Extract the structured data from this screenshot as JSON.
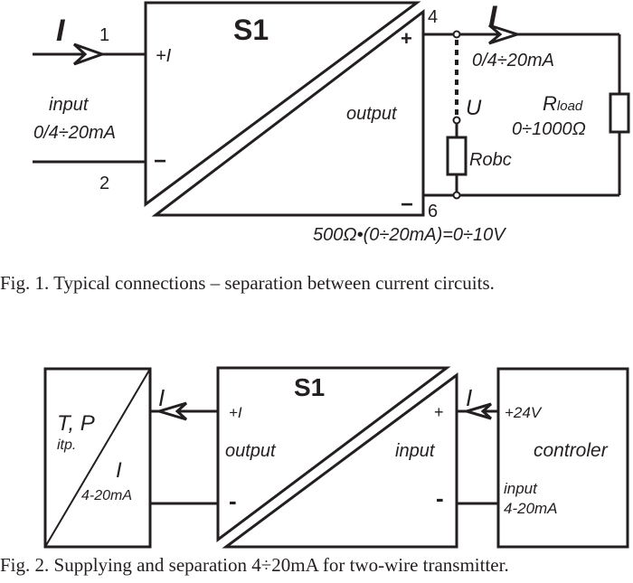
{
  "fig1": {
    "block_name": "S1",
    "current_symbol": "I",
    "terminal_1": "1",
    "terminal_2": "2",
    "terminal_4": "4",
    "terminal_6": "6",
    "input_plus": "+I",
    "input_minus": "−",
    "input_label": "input",
    "input_range": "0/4÷20mA",
    "output_plus": "+",
    "output_minus": "−",
    "output_label": "output",
    "output_range": "0/4÷20mA",
    "voltage_symbol": "U",
    "r_obc": "Robc",
    "r_load_main": "R",
    "r_load_sub": "load",
    "r_load_range": "0÷1000Ω",
    "formula": "500Ω•(0÷20mA)=0÷10V",
    "caption": "Fig. 1. Typical connections – separation between current circuits."
  },
  "fig2": {
    "transmitter_top": "T, P",
    "transmitter_sub": "itp.",
    "transmitter_current": "I",
    "transmitter_range": "4-20mA",
    "current_symbol_left": "I",
    "current_symbol_right": "I",
    "block_name": "S1",
    "s1_output_plus": "+I",
    "s1_output_label": "output",
    "s1_output_minus": "-",
    "s1_input_plus": "+",
    "s1_input_label": "input",
    "s1_input_minus": "-",
    "controller_supply": "+24V",
    "controller_label": "controler",
    "controller_input": "input",
    "controller_range": "4-20mA",
    "caption": "Fig. 2. Supplying and separation 4÷20mA for two-wire transmitter."
  }
}
